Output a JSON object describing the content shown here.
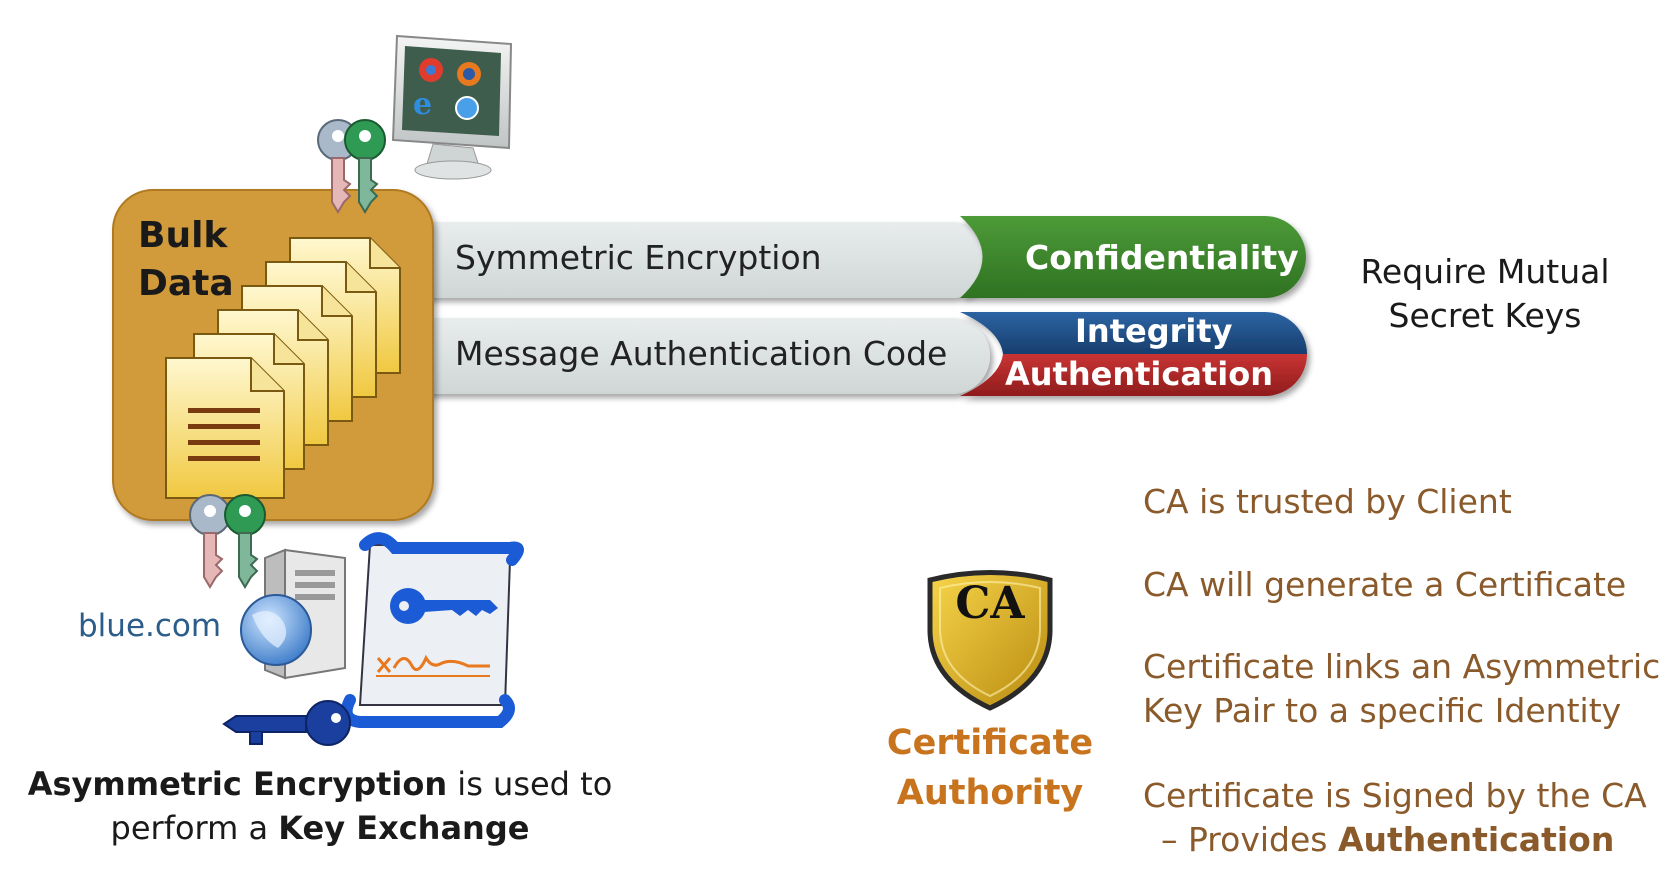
{
  "bulk_data": {
    "line1": "Bulk",
    "line2": "Data"
  },
  "pills": {
    "symmetric": {
      "label": "Symmetric Encryption",
      "result": "Confidentiality"
    },
    "mac": {
      "label": "Message Authentication Code",
      "result_top": "Integrity",
      "result_bottom": "Authentication"
    }
  },
  "require_note": {
    "line1": "Require Mutual",
    "line2": "Secret Keys"
  },
  "server": {
    "domain": "blue.com"
  },
  "caption": {
    "bold1": "Asymmetric Encryption",
    "text1": " is used to",
    "text2": "perform a ",
    "bold2": "Key Exchange"
  },
  "ca": {
    "badge": "CA",
    "label_line1": "Certificate",
    "label_line2": "Authority"
  },
  "facts": {
    "f1": "CA is trusted by Client",
    "f2": "CA will generate a Certificate",
    "f3_line1": "Certificate links an Asymmetric",
    "f3_line2": "Key Pair to a specific Identity",
    "f4_line1": "Certificate is Signed by the CA",
    "f4_line2_prefix": "– Provides ",
    "f4_line2_bold": "Authentication"
  },
  "colors": {
    "bulk_box": "#d19a3a",
    "pill_gray": "#dfe3e3",
    "confidentiality_green": "#3f8a2e",
    "integrity_blue": "#1e4f86",
    "authentication_red": "#b42a2a",
    "ca_gold": "#e7b81f",
    "text_brown": "#8a5a2b",
    "ca_label_orange": "#c8731d",
    "blue_text": "#2b5c8a",
    "doc_key_blue": "#1c5bd6"
  }
}
